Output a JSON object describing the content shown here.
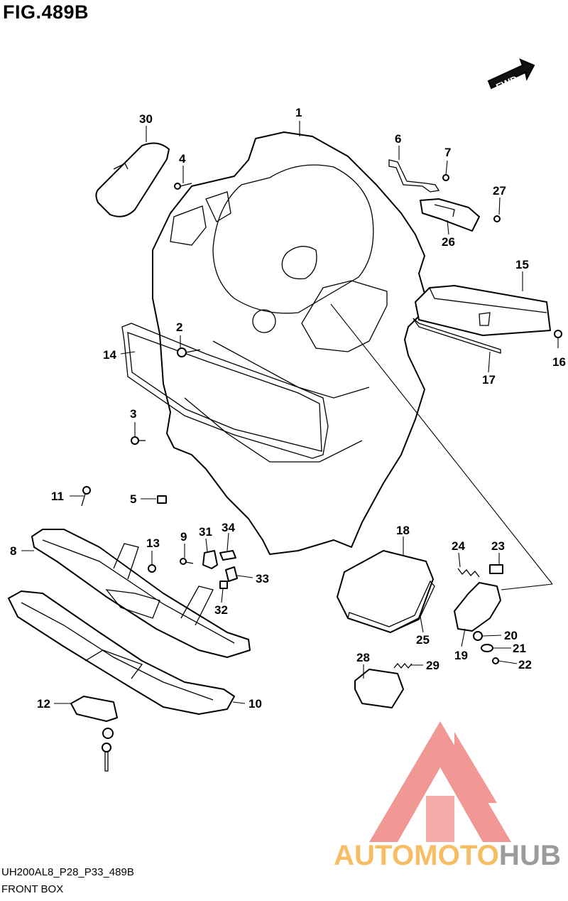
{
  "figure": {
    "title": "FIG.489B",
    "code": "UH200AL8_P28_P33_489B",
    "name": "FRONT BOX"
  },
  "fwd_label": "FWD",
  "callouts": [
    "1",
    "2",
    "3",
    "4",
    "5",
    "6",
    "7",
    "8",
    "9",
    "10",
    "11",
    "12",
    "13",
    "14",
    "15",
    "16",
    "17",
    "18",
    "19",
    "20",
    "21",
    "22",
    "23",
    "24",
    "25",
    "26",
    "27",
    "28",
    "29",
    "30",
    "31",
    "32",
    "33",
    "34"
  ],
  "watermark": {
    "word_part1": "AUTO",
    "word_part2": "MOTO",
    "word_part3": "HUB",
    "colors": {
      "triangle": "#e8544e",
      "auto": "#f6b24a",
      "moto": "#f6b24a",
      "hub": "#8a8a8a"
    }
  }
}
